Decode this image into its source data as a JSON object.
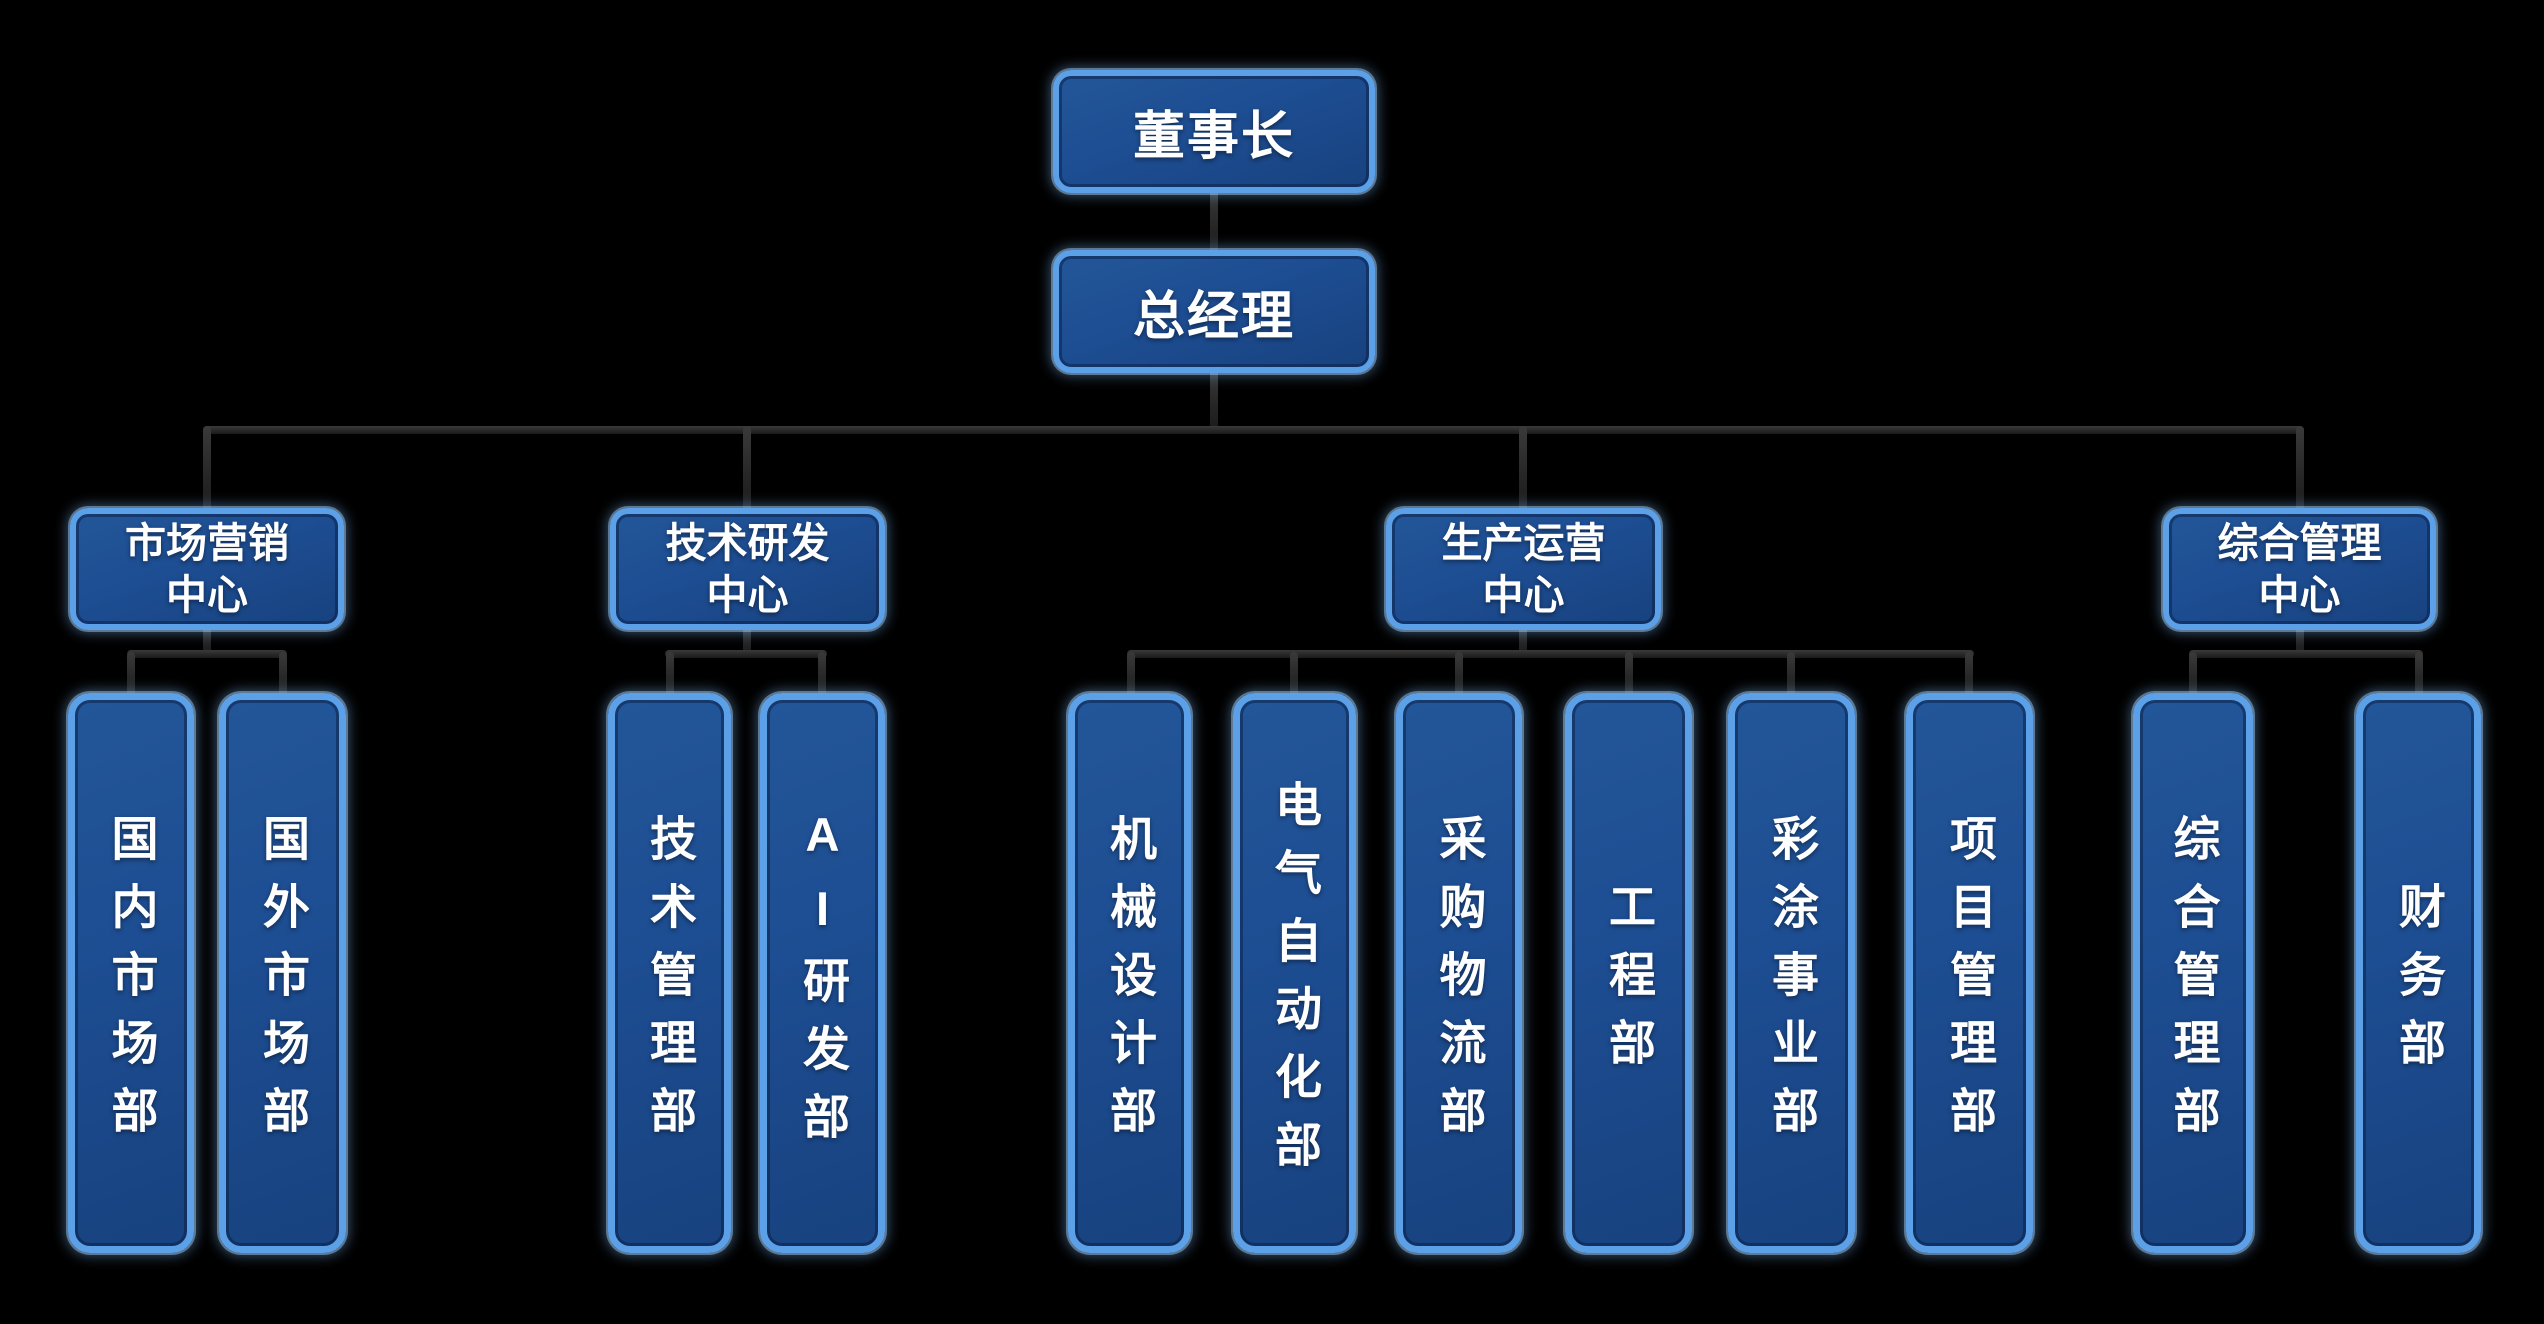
{
  "colors": {
    "background": "#000000",
    "box_fill": "#1d4d92",
    "box_border": "#5ca0e8",
    "connector": "#262626",
    "text": "#ffffff"
  },
  "org": {
    "chairman": {
      "label": "董事长"
    },
    "general_manager": {
      "label": "总经理"
    },
    "centers": [
      {
        "label_lines": [
          "市场营销",
          "中心"
        ],
        "departments": [
          "国内市场部",
          "国外市场部"
        ]
      },
      {
        "label_lines": [
          "技术研发",
          "中心"
        ],
        "departments": [
          "技术管理部",
          "AI研发部"
        ]
      },
      {
        "label_lines": [
          "生产运营",
          "中心"
        ],
        "departments": [
          "机械设计部",
          "电气自动化部",
          "采购物流部",
          "工程部",
          "彩涂事业部",
          "项目管理部"
        ]
      },
      {
        "label_lines": [
          "综合管理",
          "中心"
        ],
        "departments": [
          "综合管理部",
          "财务部"
        ]
      }
    ]
  }
}
